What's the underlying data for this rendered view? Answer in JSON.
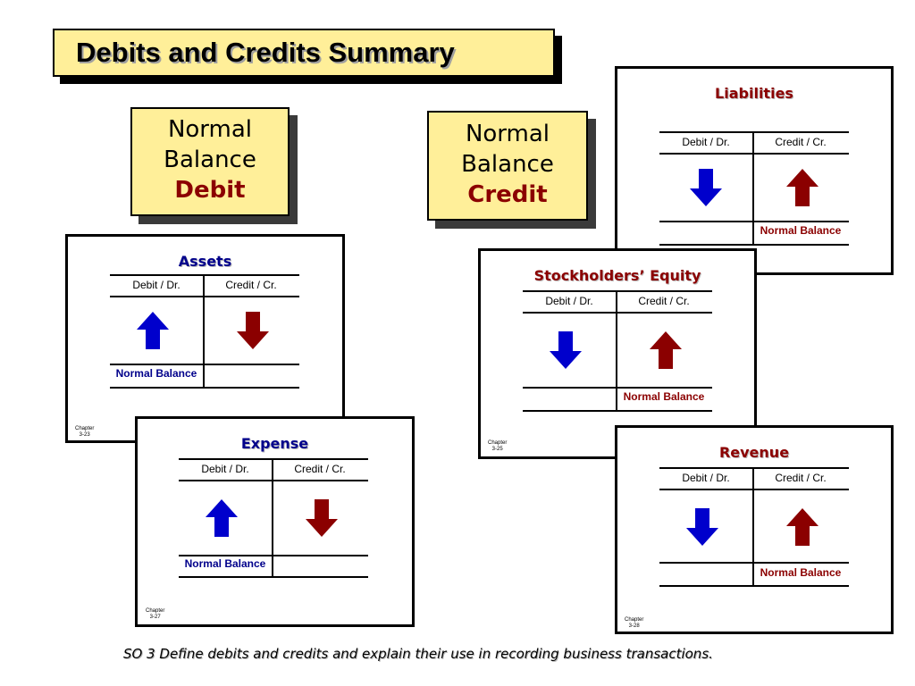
{
  "title": "Debits and Credits Summary",
  "normal_balance_debit": {
    "line1": "Normal",
    "line2": "Balance",
    "kind": "Debit"
  },
  "normal_balance_credit": {
    "line1": "Normal",
    "line2": "Balance",
    "kind": "Credit"
  },
  "accounts": {
    "liabilities": {
      "title": "Liabilities",
      "debit_header": "Debit / Dr.",
      "credit_header": "Credit / Cr.",
      "increase_side": "credit",
      "normal_balance_side": "credit",
      "normal_balance_label": "Normal Balance"
    },
    "assets": {
      "title": "Assets",
      "debit_header": "Debit / Dr.",
      "credit_header": "Credit / Cr.",
      "increase_side": "debit",
      "normal_balance_side": "debit",
      "normal_balance_label": "Normal Balance",
      "chapter_line1": "Chapter",
      "chapter_line2": "3-23"
    },
    "equity": {
      "title": "Stockholders’ Equity",
      "debit_header": "Debit / Dr.",
      "credit_header": "Credit / Cr.",
      "increase_side": "credit",
      "normal_balance_side": "credit",
      "normal_balance_label": "Normal Balance",
      "chapter_line1": "Chapter",
      "chapter_line2": "3-25"
    },
    "expense": {
      "title": "Expense",
      "debit_header": "Debit / Dr.",
      "credit_header": "Credit / Cr.",
      "increase_side": "debit",
      "normal_balance_side": "debit",
      "normal_balance_label": "Normal Balance",
      "chapter_line1": "Chapter",
      "chapter_line2": "3-27"
    },
    "revenue": {
      "title": "Revenue",
      "debit_header": "Debit / Dr.",
      "credit_header": "Credit / Cr.",
      "increase_side": "credit",
      "normal_balance_side": "credit",
      "normal_balance_label": "Normal Balance",
      "chapter_line1": "Chapter",
      "chapter_line2": "3-28"
    }
  },
  "colors": {
    "debit_arrow": "#0000cc",
    "credit_arrow": "#8b0000",
    "debit_text": "#00008b",
    "credit_text": "#8b0000",
    "box_fill": "#ffef99"
  },
  "footer": "SO 3  Define debits and credits and explain their use in recording business transactions."
}
